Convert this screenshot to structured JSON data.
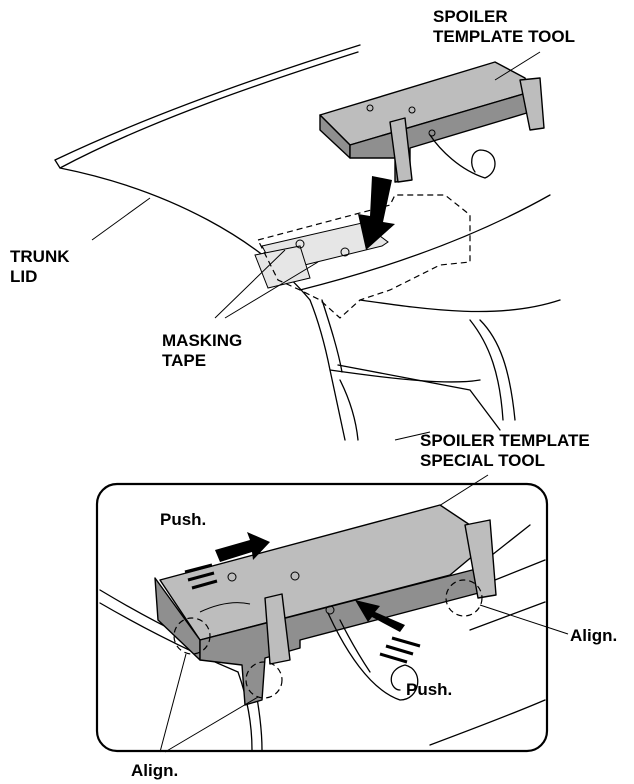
{
  "labels": {
    "spoiler_tool_line1": "SPOILER",
    "spoiler_tool_line2": "TEMPLATE TOOL",
    "trunk_lid_line1": "TRUNK",
    "trunk_lid_line2": "LID",
    "masking_tape_line1": "MASKING",
    "masking_tape_line2": "TAPE",
    "special_tool_line1": "SPOILER TEMPLATE",
    "special_tool_line2": "SPECIAL TOOL",
    "push_top": "Push.",
    "push_bottom": "Push.",
    "align_right": "Align.",
    "align_bottom": "Align."
  },
  "colors": {
    "tool_fill": "#bdbdbd",
    "arrow_fill": "#000000",
    "line": "#000000",
    "background": "#ffffff"
  }
}
